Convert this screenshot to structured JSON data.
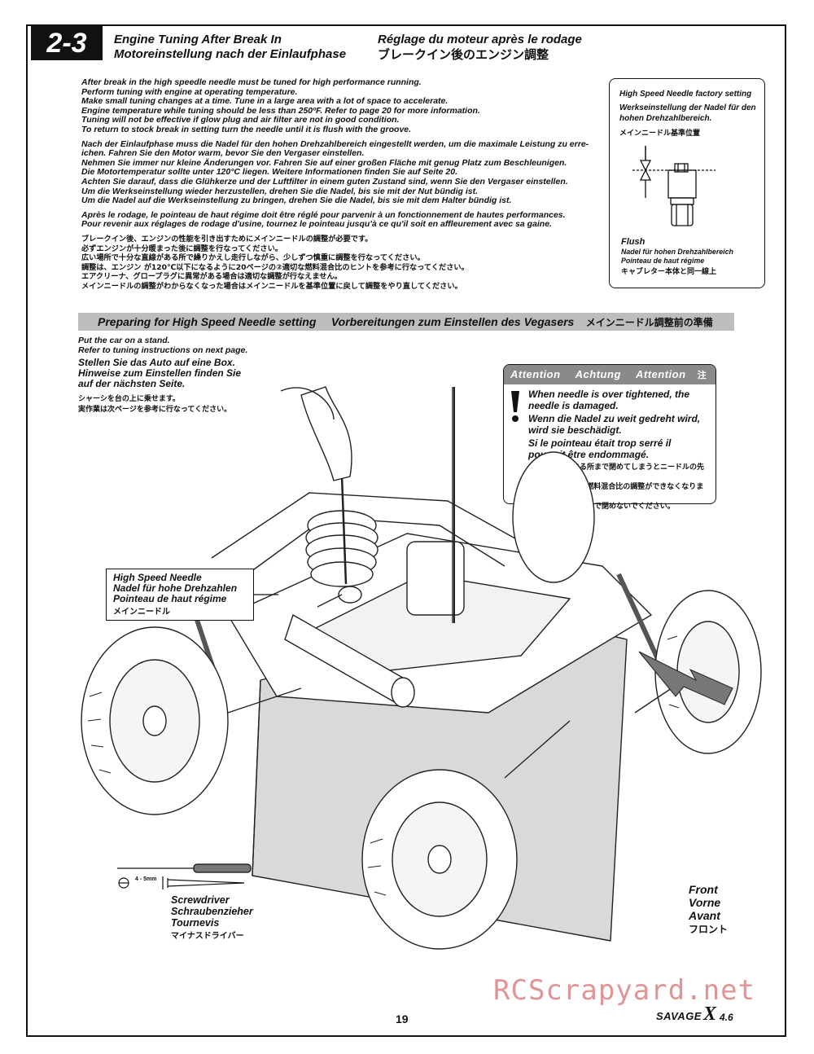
{
  "section": {
    "number": "2-3",
    "title_en": "Engine Tuning After Break In",
    "title_de": "Motoreinstellung nach der Einlaufphase",
    "title_fr": "Réglage du moteur après le rodage",
    "title_jp": "ブレークイン後のエンジン調整"
  },
  "intro": {
    "en": [
      "After break in the high speedle needle must be tuned for high performance running.",
      "Perform tuning with engine at operating temperature.",
      "Make small tuning changes at a time. Tune in a large area with a lot of space to accelerate.",
      "Engine temperature while tuning should be less than 250ºF. Refer to page 20 for more information.",
      "Tuning will not be effective if glow plug and air filter are not in good condition.",
      "To return to stock break in setting turn the needle until it is flush with the groove."
    ],
    "de": [
      "Nach der Einlaufphase muss die Nadel für den hohen Drehzahlbereich eingestellt werden, um die maximale Leistung zu erre-",
      "ichen.  Fahren Sie den Motor warm, bevor Sie den Vergaser einstellen.",
      "Nehmen Sie immer nur kleine Änderungen vor. Fahren Sie auf einer großen Fläche mit genug Platz zum Beschleunigen.",
      "Die Motortemperatur sollte unter 120°C liegen. Weitere Informationen finden Sie auf Seite 20.",
      "Achten Sie darauf, dass die Glühkerze und der Luftfilter in einem guten Zustand sind, wenn Sie den Vergaser einstellen.",
      "Um die Werkseinstellung wieder herzustellen, drehen Sie die Nadel, bis sie mit der Nut bündig ist.",
      "Um die Nadel auf die Werkseinstellung zu bringen, drehen Sie die Nadel, bis sie mit dem Halter bündig ist."
    ],
    "fr": [
      "Après le rodage, le pointeau de haut régime doit être réglé pour parvenir à un fonctionnement de hautes performances.",
      "Pour revenir aux réglages de rodage d'usine, tournez le pointeau jusqu'à ce qu'il soit en affleurement avec sa gaine."
    ],
    "jp": [
      "ブレークイン後、エンジンの性能を引き出すためにメインニードルの調整が必要です。",
      "必ずエンジンが十分暖まった後に調整を行なってください。",
      "広い場所で十分な直線がある所で繰りかえし走行しながら、少しずつ慎重に調整を行なってください。",
      "調整は、エンジン が120℃以下になるように20ページの②適切な燃料混合比のヒントを参考に行なってください。",
      "エアクリーナ、グロープラグに異常がある場合は適切な調整が行なえません。",
      "メインニードルの調整がわからなくなった場合はメインニードルを基準位置に戻して調整をやり直してください。"
    ]
  },
  "needle_box": {
    "title_en": "High Speed Needle factory setting",
    "title_de": "Werkseinstellung der Nadel für den hohen Drehzahlbereich.",
    "title_jp": "メインニードル基準位置",
    "flush_en": "Flush",
    "flush_de": "Nadel für hohen Drehzahlbereich",
    "flush_fr": "Pointeau de haut régime",
    "flush_jp": "キャブレター本体と同一線上"
  },
  "band": {
    "en": "Preparing for High Speed Needle setting",
    "de": "Vorbereitungen zum Einstellen des Vegasers",
    "jp": "メインニードル調整前の準備"
  },
  "put": {
    "en1": "Put the car on a stand.",
    "en2": "Refer to tuning instructions on next page.",
    "de1": "Stellen Sie das Auto auf eine Box.",
    "de2": "Hinweise zum Einstellen finden Sie",
    "de3": "auf der nächsten Seite.",
    "jp1": "シャーシを台の上に乗せます。",
    "jp2": "実作業は次ページを参考に行なってください。"
  },
  "attention": {
    "head_en": "Attention",
    "head_de": "Achtung",
    "head_fr": "Attention",
    "head_jp": "注 意",
    "en": "When needle is over tightened, the needle is damaged.",
    "de": "Wenn die Nadel zu weit gedreht wird, wird sie beschädigt.",
    "fr": "Si le pointeau était trop serré il pourrait être endommagé.",
    "jp1": "ニードルが止まる所まで閉めてしまうとニードルの先端に",
    "jp2": "傷がつき(破損)、燃料混合比の調整ができなくなります。",
    "jp3": "ニードルが止まるまで閉めないでください。"
  },
  "callout": {
    "en": "High Speed Needle",
    "de": "Nadel für hohe Drehzahlen",
    "fr": "Pointeau de haut régime",
    "jp": "メインニードル"
  },
  "tool": {
    "size": "4 - 5mm",
    "en": "Screwdriver",
    "de": "Schraubenzieher",
    "fr": "Tournevis",
    "jp": "マイナスドライバー"
  },
  "front": {
    "en": "Front",
    "de": "Vorne",
    "fr": "Avant",
    "jp": "フロント"
  },
  "page_number": "19",
  "watermark": "RCScrapyard.net",
  "logo": {
    "text": "SAVAGE",
    "mark": "X",
    "sub": "4.6"
  }
}
